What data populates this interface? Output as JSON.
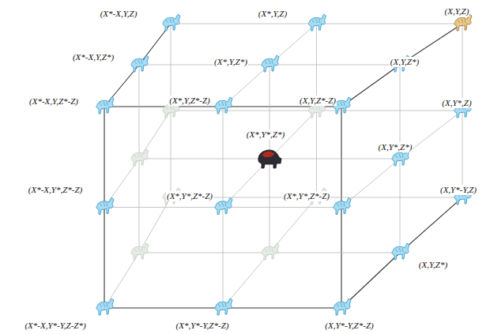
{
  "diagram": {
    "labels": [
      "(X*-X,Y,Z)",
      "(X*,Y,Z)",
      "(X,Y,Z)",
      "(X*-X,Y,Z*)",
      "(X*,Y,Z*)",
      "(X,Y,Z*)",
      "(X*-X,Y,Z*-Z)",
      "(X*,Y,Z*-Z)",
      "(X,Y,Z*-Z)",
      "(X,Y*,Z)",
      "(X*,Y*,Z*)",
      "(X,Y*,Z*)",
      "(X*-X,Y*,Z*-Z)",
      "(X*,Y*,Z*-Z)",
      "(X*,Y*,Z*-Z)",
      "(X,Y*-Y,Z)",
      "(X,Y,Z*)",
      "(X*-X,Y*-Y,Z-Z*)",
      "(X*,Y*-Y,Z*-Z)",
      "(X,Y*-Y,Z*-Z)"
    ]
  }
}
